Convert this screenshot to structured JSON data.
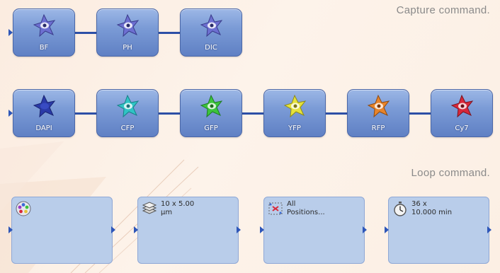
{
  "labels": {
    "capture": "Capture command.",
    "loop": "Loop command."
  },
  "capture_row1": [
    {
      "name": "BF",
      "icon": "cell-icon",
      "color": "#6d6fd1"
    },
    {
      "name": "PH",
      "icon": "cell-icon",
      "color": "#6d6fd1"
    },
    {
      "name": "DIC",
      "icon": "cell-icon",
      "color": "#6d6fd1"
    }
  ],
  "capture_row2": [
    {
      "name": "DAPI",
      "icon": "cell-icon",
      "color": "#2a3aa8"
    },
    {
      "name": "CFP",
      "icon": "cell-icon",
      "color": "#2fc4c4"
    },
    {
      "name": "GFP",
      "icon": "cell-icon",
      "color": "#3cc43c"
    },
    {
      "name": "YFP",
      "icon": "cell-icon",
      "color": "#e6e23a"
    },
    {
      "name": "RFP",
      "icon": "cell-icon",
      "color": "#e8842a"
    },
    {
      "name": "Cy7",
      "icon": "cell-icon",
      "color": "#d8283a"
    }
  ],
  "loops": [
    {
      "line1": "",
      "line2": "",
      "icon": "wheel-icon"
    },
    {
      "line1": "10 x 5.00",
      "line2": "µm",
      "icon": "z-stack-icon"
    },
    {
      "line1": "All",
      "line2": "Positions...",
      "icon": "positions-icon"
    },
    {
      "line1": "36 x",
      "line2": "10.000 min",
      "icon": "stopwatch-icon"
    }
  ],
  "colors": {
    "link": "#2d4fa6",
    "node_gradient_top": "#9cb7e6",
    "loop_fill": "#b9cdea"
  }
}
